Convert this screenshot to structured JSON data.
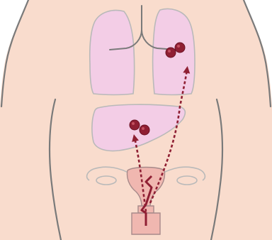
{
  "colors": {
    "background": "#ffffff",
    "skin_fill": "#f9dccd",
    "skin_outline": "#7a7a7a",
    "organ_fill": "#f3cde6",
    "organ_outline": "#b9b9b9",
    "uterus_fill": "#f0b7b0",
    "uterus_outline": "#a78a8a",
    "metastasis": "#8f1f33",
    "metastasis_highlight": "#c2505f",
    "arrow": "#8f1f33"
  },
  "icons": {
    "lung_deposit": "metastasis-nodule",
    "liver_deposit": "metastasis-nodule",
    "spread_path": "dotted-arrow"
  }
}
